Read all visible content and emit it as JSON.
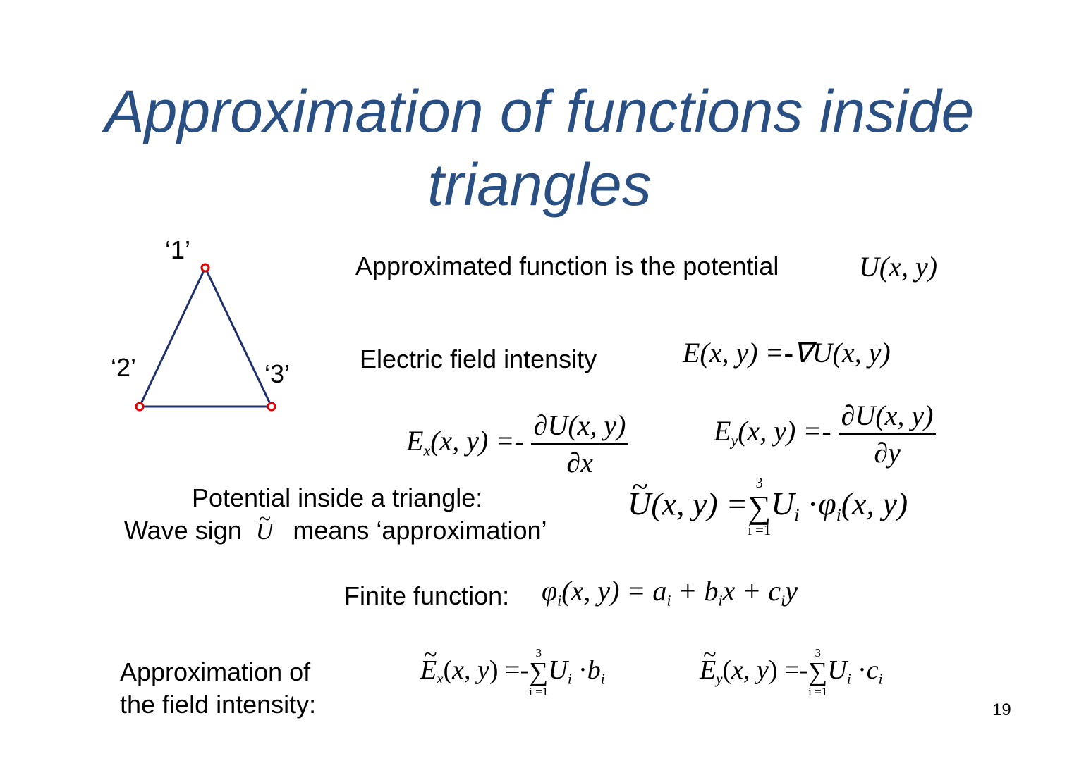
{
  "title": {
    "line1": "Approximation of functions inside",
    "line2": "triangles"
  },
  "triangle": {
    "vertex1_label": "‘1’",
    "vertex2_label": "‘2’",
    "vertex3_label": "‘3’",
    "edge_color": "#1f2f6b",
    "node_color": "#e00000"
  },
  "text": {
    "approx_function": "Approximated function is the potential",
    "electric_field": "Electric field intensity",
    "potential_line1": "Potential inside a triangle:",
    "wave_sign_prefix": "Wave sign",
    "wave_sign_suffix": "means ‘approximation’",
    "finite_function": "Finite function:",
    "approx_field_line1": "Approximation of",
    "approx_field_line2": "the field intensity:"
  },
  "formulas": {
    "potential": "U(x, y)",
    "efield_lhs": "E(x, y) =-",
    "efield_rhs": "∇U(x, y)",
    "ex_lhs": "(x, y) =-",
    "ex_num": "∂U(x, y)",
    "ex_den": "∂x",
    "ey_lhs": "(x, y) =-",
    "ey_num": "∂U(x, y)",
    "ey_den": "∂y",
    "u_tilde_rhs_a": "(x, y) =",
    "sum_top": "3",
    "sum_bottom": "i =1",
    "phi_def": "(x, y) = a",
    "phi_def_b": " + b",
    "phi_def_c": "x + c",
    "phi_def_d": "y"
  },
  "page_number": "19"
}
